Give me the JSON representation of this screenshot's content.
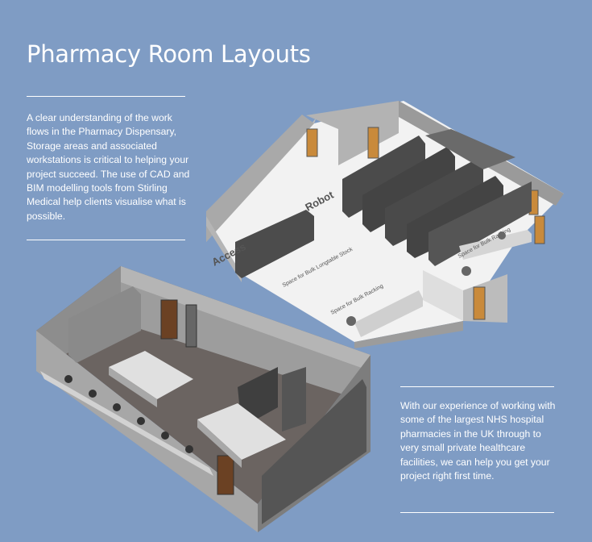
{
  "page": {
    "title": "Pharmacy Room Layouts",
    "intro": "A clear understanding of the work flows in the Pharmacy Dispensary, Storage areas and associated workstations is critical to helping your project succeed. The use of CAD and BIM modelling tools from Stirling Medical help clients visualise what is possible.",
    "experience": "With our experience of working with some of the largest NHS hospital pharmacies in the UK through to very small private healthcare facilities, we can help you get your project right first time."
  },
  "floorplan_top": {
    "labels": {
      "robot": "Robot",
      "access": "Access",
      "bulk_longtable": "Space for Bulk Longtable Stock",
      "bulk_racking_low": "Space for Bulk Racking",
      "bulk_racking_right": "Space for Bulk Racking"
    }
  },
  "colors": {
    "background": "#7f9cc4",
    "text": "#ffffff",
    "wall": "#a9a9a9",
    "floor_light": "#f2f2f2",
    "floor_dark": "#6b6461",
    "cabinet": "#4b4b4b",
    "door": "#c98a3b"
  }
}
